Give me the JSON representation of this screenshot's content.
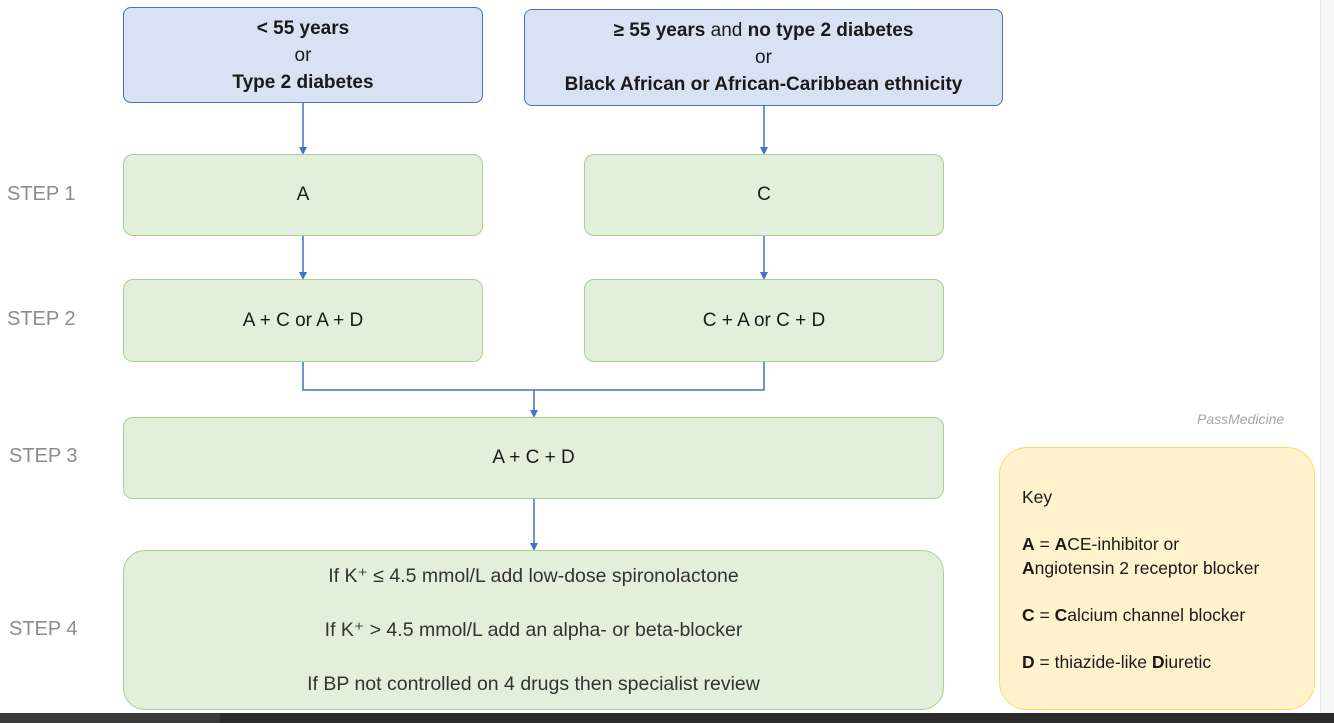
{
  "header_left": {
    "line1": "< 55 years",
    "line2": "or",
    "line3": "Type 2 diabetes"
  },
  "header_right": {
    "line1_bold_a": "≥ 55 years",
    "line1_plain": " and ",
    "line1_bold_b": "no type 2 diabetes",
    "line2": "or",
    "line3": "Black African or African-Caribbean ethnicity"
  },
  "steps": {
    "step1": "STEP 1",
    "step2": "STEP 2",
    "step3": "STEP 3",
    "step4": "STEP 4"
  },
  "step1": {
    "left": "A",
    "right": "C"
  },
  "step2": {
    "left": "A + C or A + D",
    "right": "C + A or C + D"
  },
  "step3": {
    "center": "A + C + D"
  },
  "step4": {
    "line1": "If K⁺ ≤ 4.5 mmol/L add low-dose spironolactone",
    "line2": "If K⁺ > 4.5 mmol/L add an alpha- or beta-blocker",
    "line3": "If BP not controlled on 4 drugs then specialist review"
  },
  "watermark": "PassMedicine",
  "key": {
    "title": "Key",
    "a_letter": "A",
    "a_eq": " = ",
    "a_bold1": "A",
    "a_rest1": "CE-inhibitor or",
    "a_bold2": "A",
    "a_rest2": "ngiotensin 2 receptor blocker",
    "c_letter": "C",
    "c_eq": " = ",
    "c_bold": "C",
    "c_rest": "alcium channel blocker",
    "d_letter": "D",
    "d_eq": " = thiazide-like ",
    "d_bold": "D",
    "d_rest": "iuretic"
  },
  "colors": {
    "header_fill": "#d9e2f3",
    "header_border": "#4472c4",
    "step_fill": "#e2efda",
    "step_border": "#a9d18e",
    "key_fill": "#fff2cc",
    "key_border": "#ffd966",
    "connector": "#4472c4",
    "step_label": "#8c8c8c"
  }
}
